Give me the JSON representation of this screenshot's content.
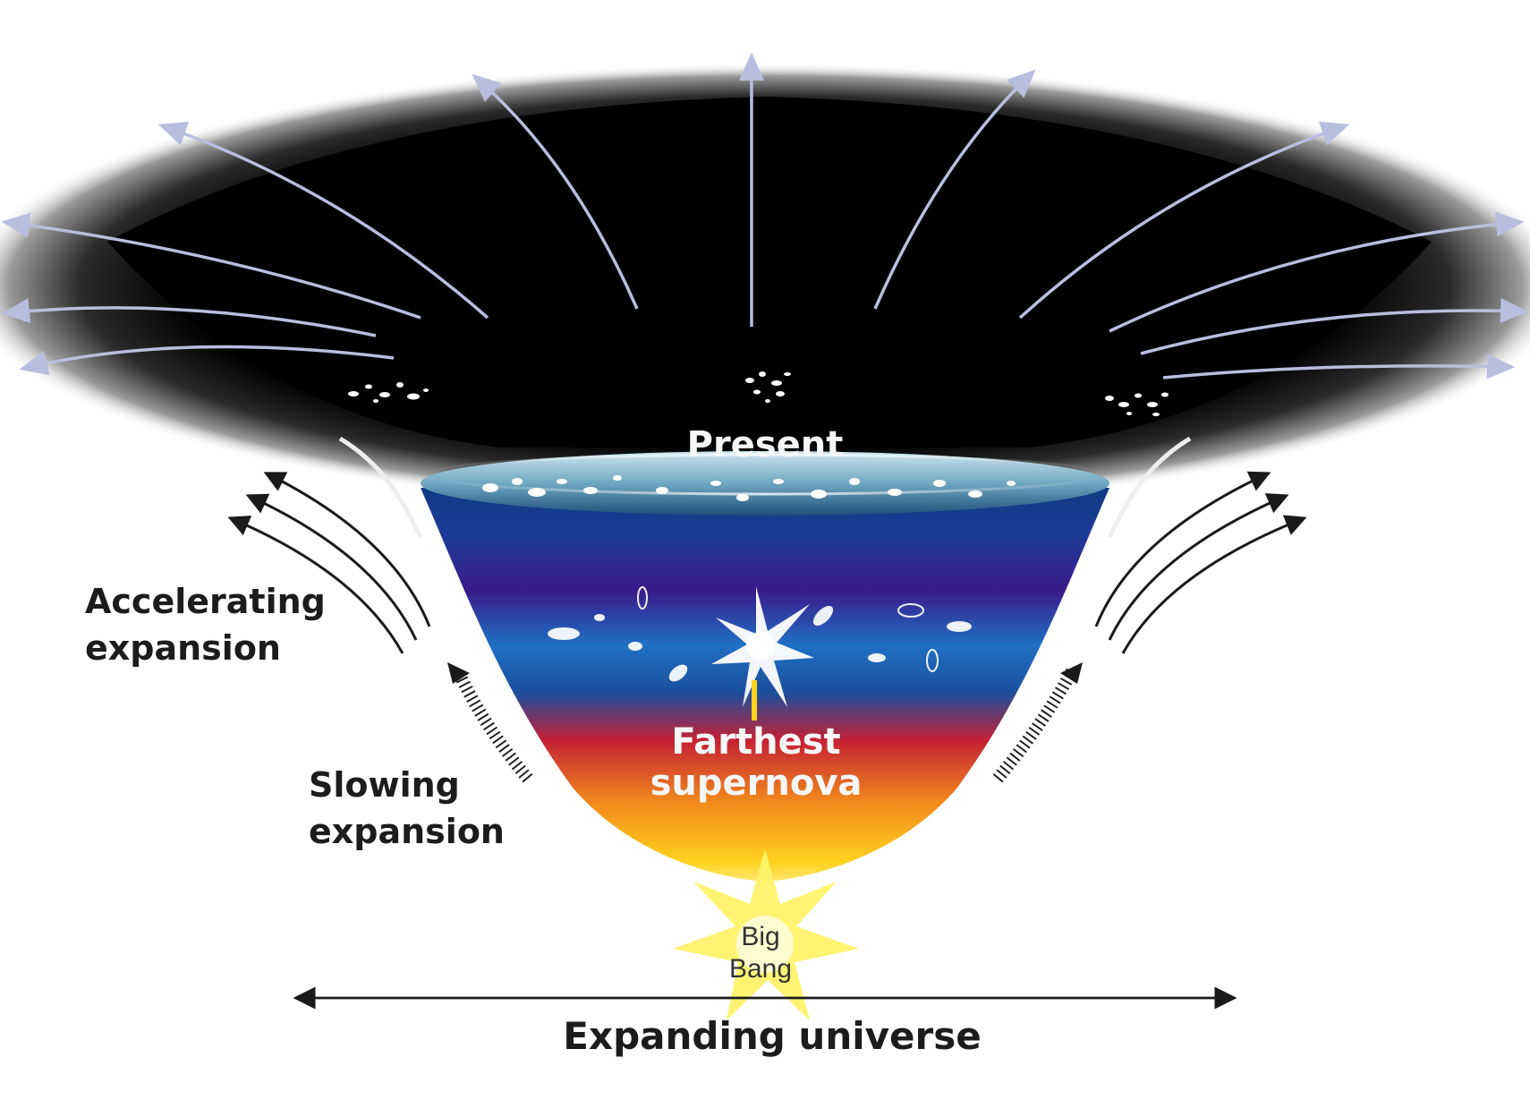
{
  "labels": {
    "present": "Present",
    "accelerating_line1": "Accelerating",
    "accelerating_line2": "expansion",
    "slowing_line1": "Slowing",
    "slowing_line2": "expansion",
    "supernova_line1": "Farthest",
    "supernova_line2": "supernova",
    "big_bang_line1": "Big",
    "big_bang_line2": "Bang",
    "expanding_universe": "Expanding universe"
  },
  "colors": {
    "space": "#000000",
    "present_surface": "#8fc3d8",
    "funnel_top": "#0f3a82",
    "funnel_violet": "#3a1a8a",
    "funnel_blue": "#1f70c4",
    "funnel_red": "#c42034",
    "funnel_orange": "#f28a1c",
    "funnel_yellow": "#ffd21e",
    "expansion_arrows": "#b9bedf",
    "label_text": "#1c1c1c"
  }
}
